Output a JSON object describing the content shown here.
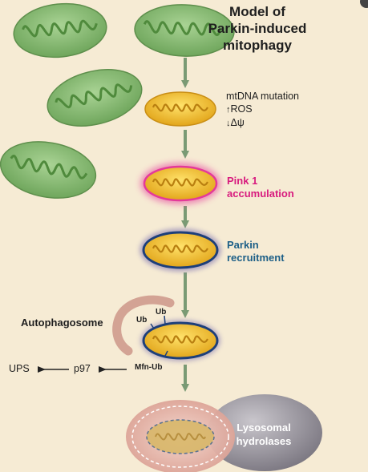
{
  "title": {
    "line1": "Model of",
    "line2": "Parkin-induced",
    "line3": "mitophagy"
  },
  "stress": {
    "line1": "mtDNA mutation",
    "line2": "ROS",
    "line3": "Δψ"
  },
  "pink1": {
    "line1": "Pink 1",
    "line2": "accumulation"
  },
  "parkin": {
    "line1": "Parkin",
    "line2": "recruitment"
  },
  "autophagosome": "Autophagosome",
  "ub_labels": [
    "Ub",
    "Ub"
  ],
  "mfn_ub": "Mfn-Ub",
  "p97": "p97",
  "ups": "UPS",
  "lysosome": {
    "line1": "Lysosomal",
    "line2": "hydrolases"
  },
  "colors": {
    "background": "#f6ebd4",
    "healthy_mito": "#8ec07a",
    "damaged_mito": "#f1c62c",
    "pink1": "#e4399a",
    "parkin": "#1d5f87",
    "arrow": "#7a9a74",
    "autophagosome": "#cf9f92",
    "lysosome": "#8d8991"
  }
}
